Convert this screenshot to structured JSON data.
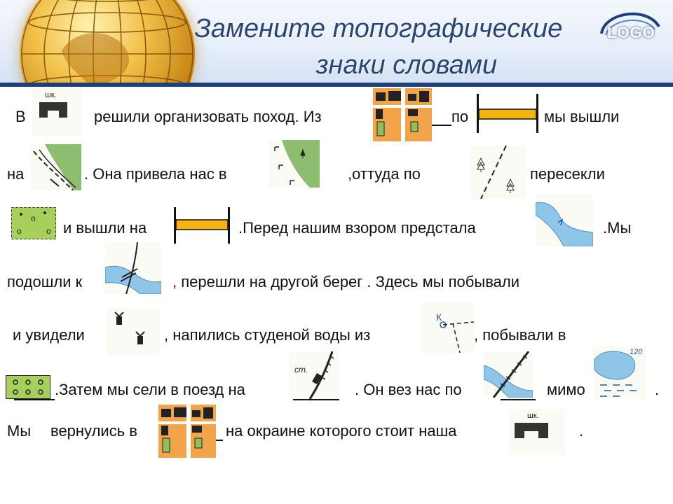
{
  "header": {
    "title_line1": "Замените топографические",
    "title_line2": "знаки словами",
    "logo": "LOGO"
  },
  "symbol_labels": {
    "school": "шк.",
    "station": "ст.",
    "well": "К",
    "lake_height": "120"
  },
  "text": {
    "l1a": "В",
    "l1b": "решили организовать поход. Из",
    "l1c": "по",
    "l1d": "мы вышли",
    "l2a": "на",
    "l2b": ". Она привела нас в",
    "l2c": ",оттуда по",
    "l2d": "пересекли",
    "l3a": "и  вышли на",
    "l3b": ".Перед нашим взором предстала",
    "l3c": ".Мы",
    "l4a": "подошли к",
    "l4b": ", перешли на другой берег . Здесь мы побывали",
    "l5a": "и увидели",
    "l5b": ", напились студеной воды из",
    "l5c": ", побывали в",
    "l6a": ".Затем мы сели в поезд на",
    "l6b": ". Он вез нас по",
    "l6c": "мимо",
    "l6d": ".",
    "l7a": "Мы",
    "l7b": "вернулись в",
    "l7c": "на окраине которого стоит наша",
    "l7d": "."
  }
}
